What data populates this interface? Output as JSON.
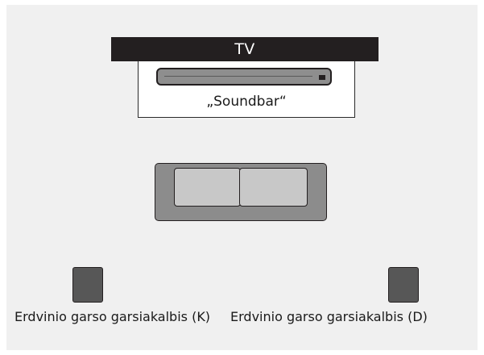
{
  "tv": {
    "label": "TV"
  },
  "soundbar": {
    "label": "„Soundbar“"
  },
  "sofa": {
    "cushions": 2
  },
  "speakers": {
    "left_label": "Erdvinio garso garsiakalbis (K)",
    "right_label": "Erdvinio garso garsiakalbis (D)"
  },
  "colors": {
    "background": "#f0f0f0",
    "tv_bar": "#231f20",
    "soundbar": "#8e8e8e",
    "sofa_frame": "#8c8c8c",
    "sofa_cushion": "#c8c8c8",
    "speaker": "#575757"
  }
}
